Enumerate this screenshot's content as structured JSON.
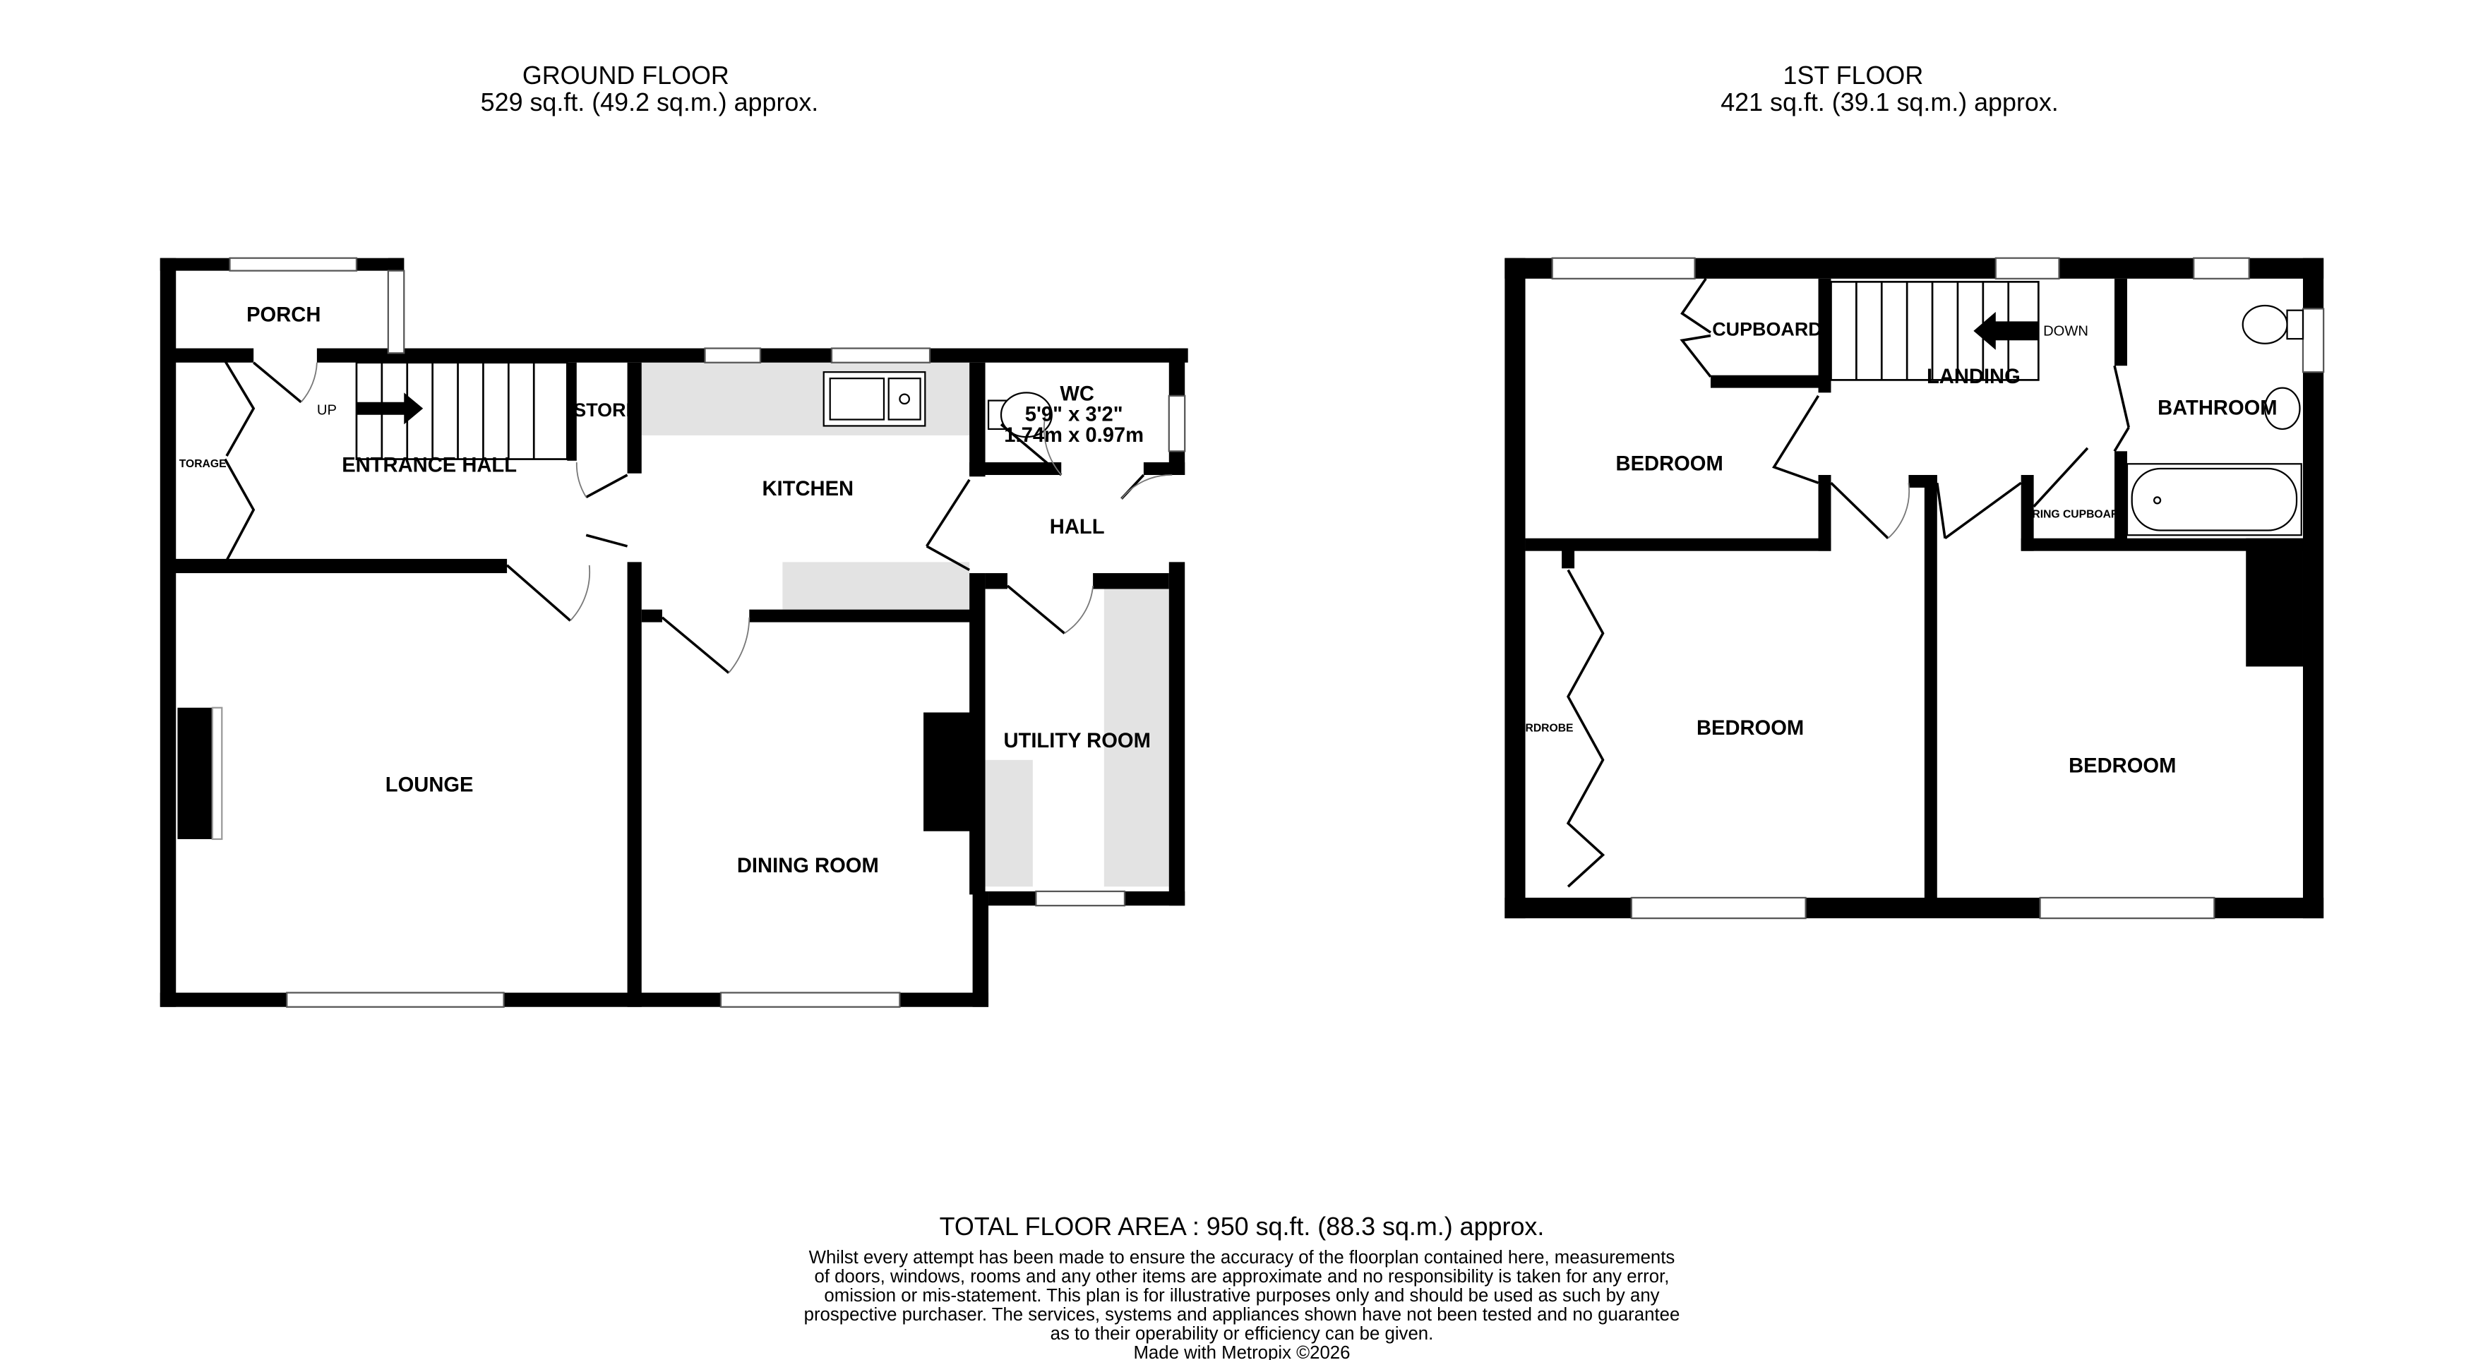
{
  "ground_floor": {
    "title": "GROUND FLOOR",
    "area": "529 sq.ft. (49.2 sq.m.) approx.",
    "rooms": {
      "porch": "PORCH",
      "storage": "TORAGE",
      "up": "UP",
      "entrance_hall": "ENTRANCE HALL",
      "store": "STORE",
      "kitchen": "KITCHEN",
      "wc": "WC",
      "wc_dim_imperial": "5'9\"  x 3'2\"",
      "wc_dim_metric": "1.74m  x 0.97m",
      "hall": "HALL",
      "lounge": "LOUNGE",
      "dining_room": "DINING ROOM",
      "utility_room": "UTILITY ROOM"
    }
  },
  "first_floor": {
    "title": "1ST FLOOR",
    "area": "421 sq.ft. (39.1 sq.m.) approx.",
    "rooms": {
      "cupboard": "CUPBOARD",
      "down": "DOWN",
      "landing": "LANDING",
      "bathroom": "BATHROOM",
      "bedroom1": "BEDROOM",
      "airing_cupboard": "RING CUPBOAR",
      "wardrobe": "RDROBE",
      "bedroom2": "BEDROOM",
      "bedroom3": "BEDROOM"
    }
  },
  "footer": {
    "total": "TOTAL FLOOR AREA : 950 sq.ft. (88.3 sq.m.) approx.",
    "disclaimer": [
      "Whilst every attempt has been made to ensure the accuracy of the floorplan contained here, measurements",
      "of doors, windows, rooms and any other items are approximate and no responsibility is taken for any error,",
      "omission or mis-statement. This plan is for illustrative purposes only and should be used as such by any",
      "prospective purchaser. The services, systems and appliances shown have not been tested and no guarantee",
      "as to their operability or efficiency can be given."
    ],
    "credit": "Made with Metropix ©2026"
  }
}
